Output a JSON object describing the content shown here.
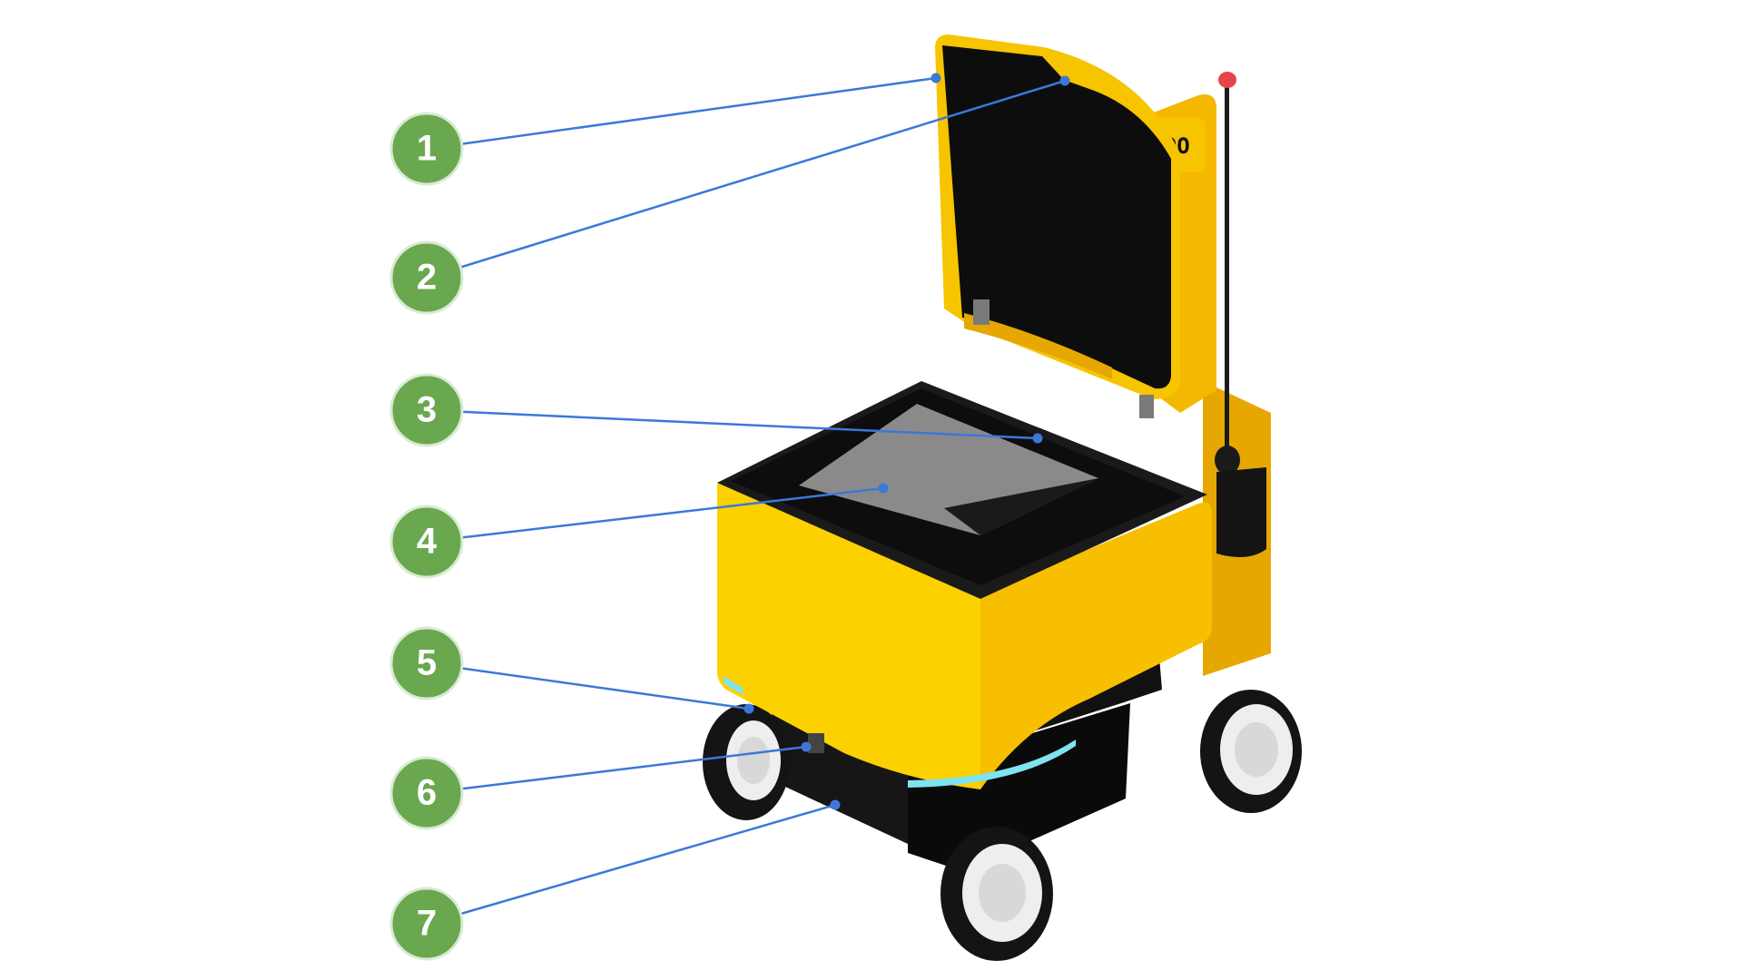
{
  "colors": {
    "background": "#ffffff",
    "callout_fill": "#6aa84f",
    "callout_stroke": "#d9ead3",
    "callout_text": "#ffffff",
    "leader_line": "#3c78d8",
    "body_yellow": "#fdd000",
    "body_yellow_shade": "#f2b200",
    "interior_black": "#0d0d0d",
    "floor_grey": "#8a8a8a",
    "tire_black": "#141414",
    "hub_white": "#eeeeee",
    "light_strip": "#7fe3f0",
    "beacon_red": "#e8424a"
  },
  "display_panel": {
    "text": "OOO"
  },
  "callouts": [
    {
      "label": "1"
    },
    {
      "label": "2"
    },
    {
      "label": "3"
    },
    {
      "label": "4"
    },
    {
      "label": "5"
    },
    {
      "label": "6"
    },
    {
      "label": "7"
    }
  ]
}
